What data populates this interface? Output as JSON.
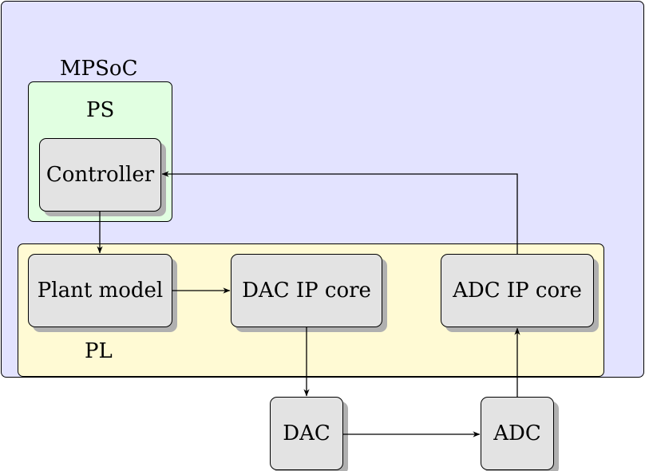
{
  "regions": {
    "mpsoc": "MPSoC",
    "ps": "PS",
    "pl": "PL"
  },
  "blocks": {
    "controller": "Controller",
    "plant_model": "Plant model",
    "dac_ip_core": "DAC IP core",
    "adc_ip_core": "ADC IP core",
    "dac": "DAC",
    "adc": "ADC"
  },
  "connections": [
    {
      "from": "controller",
      "to": "plant_model"
    },
    {
      "from": "plant_model",
      "to": "dac_ip_core"
    },
    {
      "from": "dac_ip_core",
      "to": "dac"
    },
    {
      "from": "dac",
      "to": "adc"
    },
    {
      "from": "adc",
      "to": "adc_ip_core"
    },
    {
      "from": "adc_ip_core",
      "to": "controller"
    }
  ],
  "colors": {
    "mpsoc_fill": "#e3e3ff",
    "ps_fill": "#e1ffe1",
    "pl_fill": "#fffad4",
    "block_fill": "#e3e3e3",
    "shadow": "#b0b0b0"
  }
}
